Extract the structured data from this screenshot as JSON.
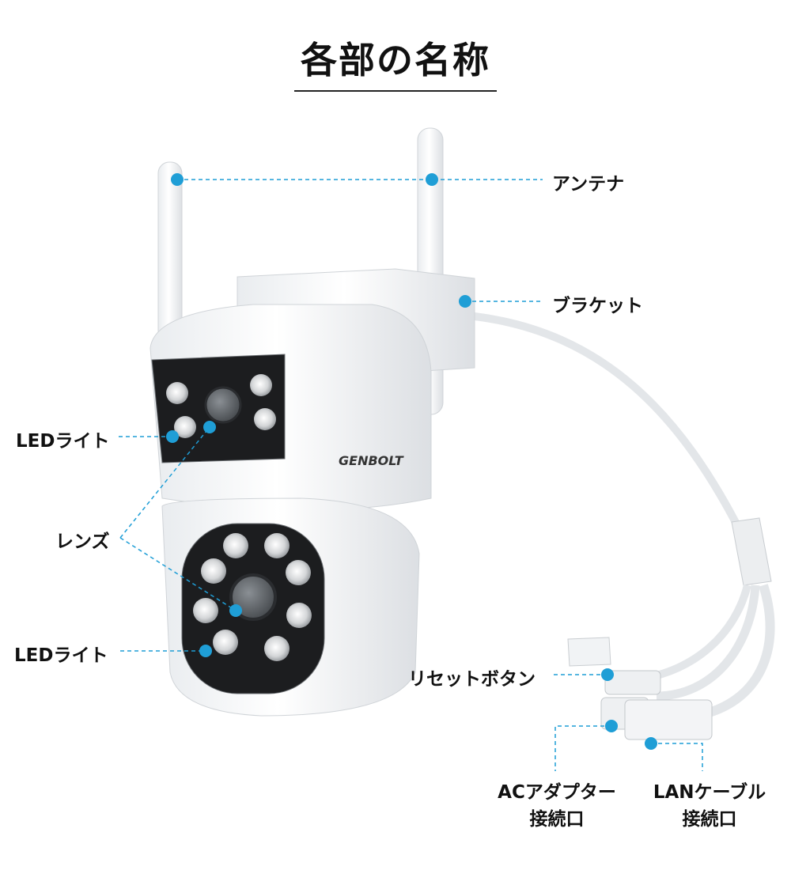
{
  "title": "各部の名称",
  "brand": "GENBOLT",
  "accent_color": "#1f9ed6",
  "labels": {
    "antenna": "アンテナ",
    "bracket": "ブラケット",
    "led_upper": "LEDライト",
    "lens": "レンズ",
    "led_lower": "LEDライト",
    "reset": "リセットボタン",
    "ac_line1": "ACアダプター",
    "ac_line2": "接続口",
    "lan_line1": "LANケーブル",
    "lan_line2": "接続口"
  }
}
